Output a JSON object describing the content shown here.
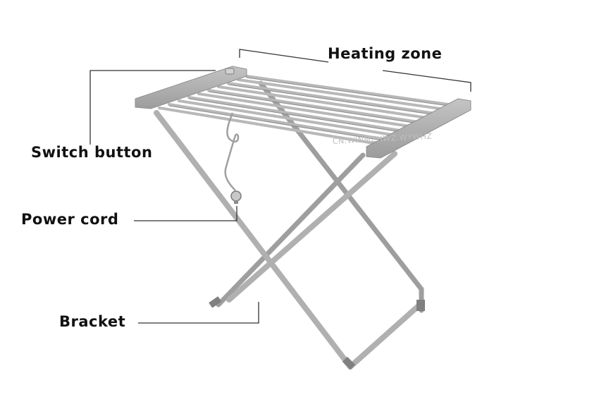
{
  "labels": {
    "heating_zone": "Heating zone",
    "switch_button": "Switch button",
    "power_cord": "Power cord",
    "bracket": "Bracket"
  },
  "watermark": "CN.WINMZHWZ.WYWHZ",
  "colors": {
    "frame": "#a9a9a9",
    "frame_dark": "#8a8a8a",
    "end_cap": "#b4b4b4",
    "leader_line": "#333333",
    "text": "#111111"
  }
}
